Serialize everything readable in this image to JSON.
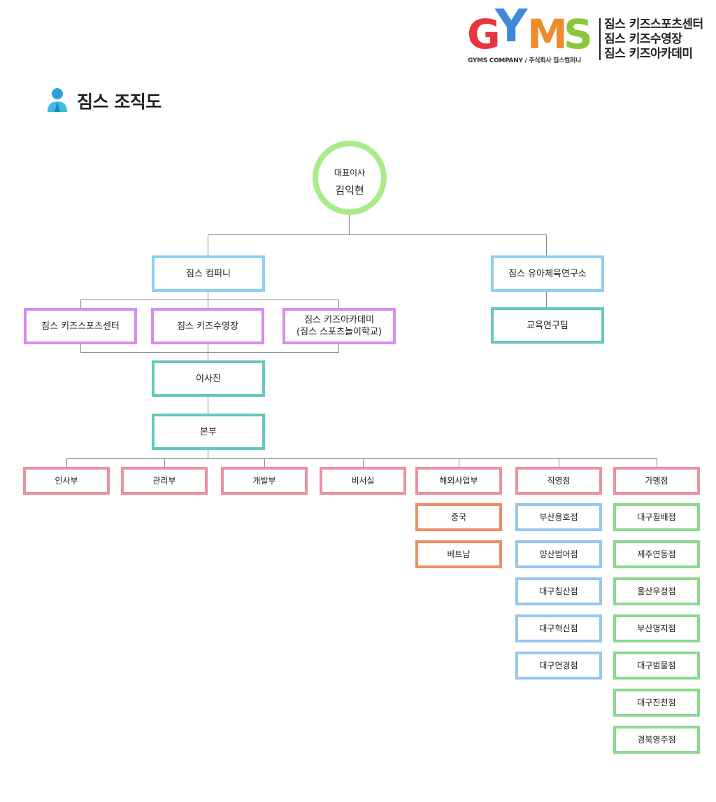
{
  "brand": {
    "letters": [
      "G",
      "Y",
      "M",
      "S"
    ],
    "company_line": "GYMS COMPANY / 주식회사 짐스컴퍼니",
    "right_lines": [
      "짐스 키즈스포츠센터",
      "짐스 키즈수영장",
      "짐스 키즈아카데미"
    ],
    "colors": {
      "G": "#e8343c",
      "Y": "#3f8ad8",
      "M": "#f08a2a",
      "S": "#8ac63a"
    }
  },
  "page": {
    "title": "짐스 조직도",
    "title_icon": "person-icon"
  },
  "ceo": {
    "role": "대표이사",
    "name": "김익현"
  },
  "top_units": {
    "company": "짐스 컴퍼니",
    "institute": "짐스 유아체육연구소"
  },
  "institute_children": [
    "교육연구팀"
  ],
  "company_children": [
    "짐스 키즈스포츠센터",
    "짐스 키즈수영장",
    "짐스 키즈아카데미",
    "(짐스 스포츠놀이학교)"
  ],
  "board": "이사진",
  "hq": "본부",
  "departments": [
    "인사부",
    "관리부",
    "개발부",
    "비서실",
    "해외사업부",
    "직영점",
    "가맹점"
  ],
  "overseas": [
    "중국",
    "베트남"
  ],
  "direct_stores": [
    "부산용호점",
    "양산범어점",
    "대구침산점",
    "대구혁신점",
    "대구연경점"
  ],
  "franchise_stores": [
    "대구월배점",
    "제주연동점",
    "울산우정점",
    "부산명지점",
    "대구범물점",
    "대구진천점",
    "경북영주점"
  ],
  "colors": {
    "ceo_ring": "#a8ec8a",
    "company": "#8ecff2",
    "centers": "#d58df0",
    "teal": "#62c9bd",
    "departments": "#ee90a2",
    "overseas": "#ef8d63",
    "direct": "#98c6ef",
    "franchise": "#8ad98e"
  }
}
